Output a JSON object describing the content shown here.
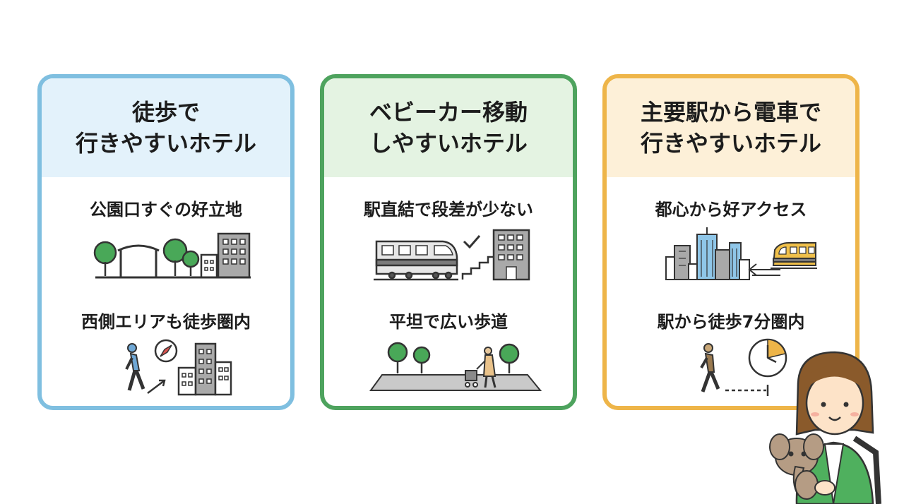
{
  "cards": [
    {
      "title_line1": "徒歩で",
      "title_line2": "行きやすいホテル",
      "feature1": "公園口すぐの好立地",
      "feature2": "西側エリアも徒歩圏内",
      "accent": "#7fbfe0",
      "icons": [
        "tree-icon",
        "park-gate-icon",
        "building-icon",
        "walking-person-icon",
        "compass-icon",
        "arrow-icon"
      ]
    },
    {
      "title_line1": "ベビーカー移動",
      "title_line2": "しやすいホテル",
      "feature1": "駅直結で段差が少ない",
      "feature2": "平坦で広い歩道",
      "accent": "#4ea35e",
      "icons": [
        "train-icon",
        "check-icon",
        "stairs-icon",
        "building-icon",
        "tree-icon",
        "stroller-parent-icon",
        "sidewalk-icon"
      ]
    },
    {
      "title_line1": "主要駅から電車で",
      "title_line2": "行きやすいホテル",
      "feature1": "都心から好アクセス",
      "feature2": "駅から徒歩7分圏内",
      "accent": "#eeb549",
      "icons": [
        "city-skyline-icon",
        "arrow-icon",
        "train-icon",
        "walking-person-icon",
        "clock-icon"
      ]
    }
  ],
  "mascot": {
    "icon": "girl-with-elephant-plush-icon"
  }
}
